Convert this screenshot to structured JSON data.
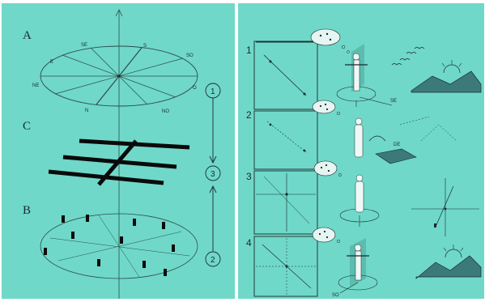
{
  "left_panel": {
    "label_a": "A",
    "label_c": "C",
    "label_b": "B",
    "compass_labels": [
      "SE",
      "E",
      "NE",
      "N",
      "NO",
      "O",
      "SO",
      "S"
    ],
    "step_1": "1",
    "step_3": "3",
    "step_2": "2"
  },
  "right_panel": {
    "rows": [
      {
        "num": "1",
        "tag": "SE"
      },
      {
        "num": "2",
        "tag": "DE"
      },
      {
        "num": "3",
        "tag": ""
      },
      {
        "num": "4",
        "tag": "SO"
      }
    ]
  },
  "colors": {
    "paper": "#6fd8c9",
    "ink": "#1a2a2a",
    "dark_fill": "#3c7a79"
  }
}
